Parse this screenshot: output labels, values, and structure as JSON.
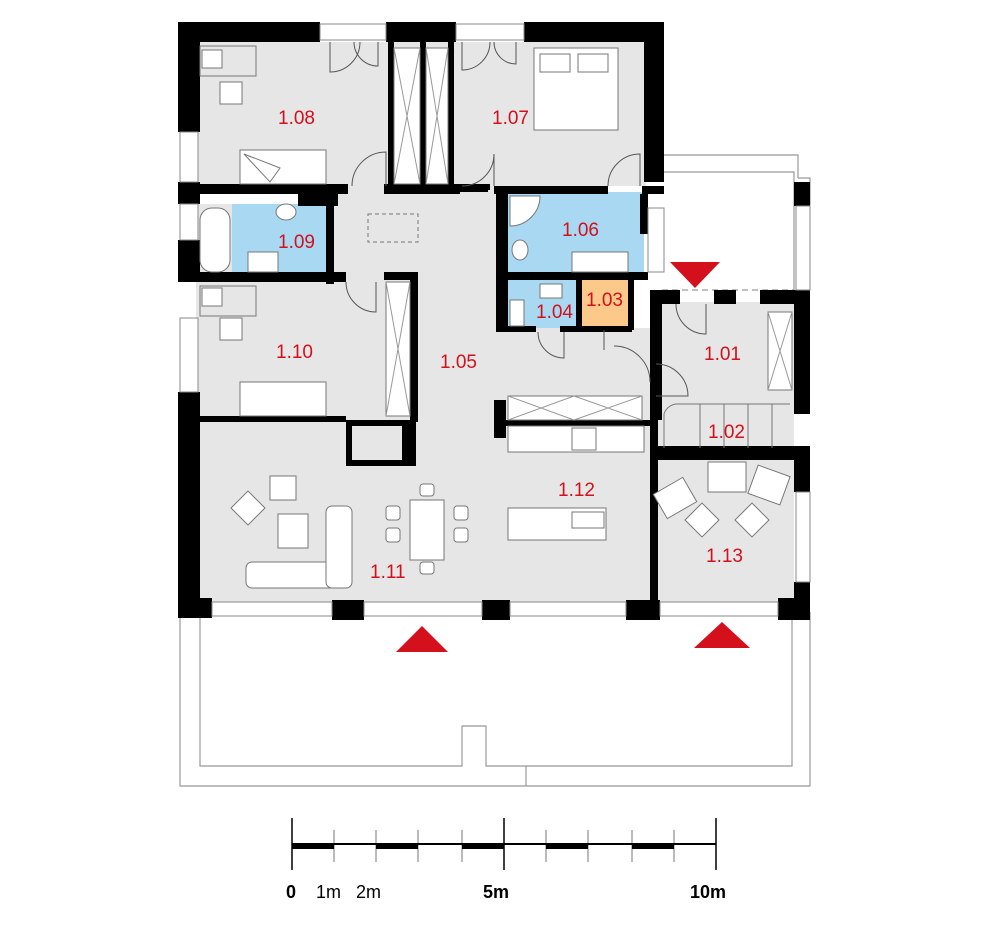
{
  "floor_plan": {
    "rooms": [
      {
        "id": "1.01",
        "label": "1.01",
        "fill": "#e6e6e6"
      },
      {
        "id": "1.02",
        "label": "1.02",
        "fill": "#e6e6e6"
      },
      {
        "id": "1.03",
        "label": "1.03",
        "fill": "#fcc98a"
      },
      {
        "id": "1.04",
        "label": "1.04",
        "fill": "#a9d8f2"
      },
      {
        "id": "1.05",
        "label": "1.05",
        "fill": "#e6e6e6"
      },
      {
        "id": "1.06",
        "label": "1.06",
        "fill": "#a9d8f2"
      },
      {
        "id": "1.07",
        "label": "1.07",
        "fill": "#e6e6e6"
      },
      {
        "id": "1.08",
        "label": "1.08",
        "fill": "#e6e6e6"
      },
      {
        "id": "1.09",
        "label": "1.09",
        "fill": "#a9d8f2"
      },
      {
        "id": "1.10",
        "label": "1.10",
        "fill": "#e6e6e6"
      },
      {
        "id": "1.11",
        "label": "1.11",
        "fill": "#e6e6e6"
      },
      {
        "id": "1.12",
        "label": "1.12",
        "fill": "#e6e6e6"
      },
      {
        "id": "1.13",
        "label": "1.13",
        "fill": "#e6e6e6"
      }
    ],
    "entrance_marker_color": "#d3101c",
    "wall_color": "#000000"
  },
  "scale_bar": {
    "labels": {
      "zero": "0",
      "one": "1m",
      "two": "2m",
      "five": "5m",
      "ten": "10m"
    }
  }
}
